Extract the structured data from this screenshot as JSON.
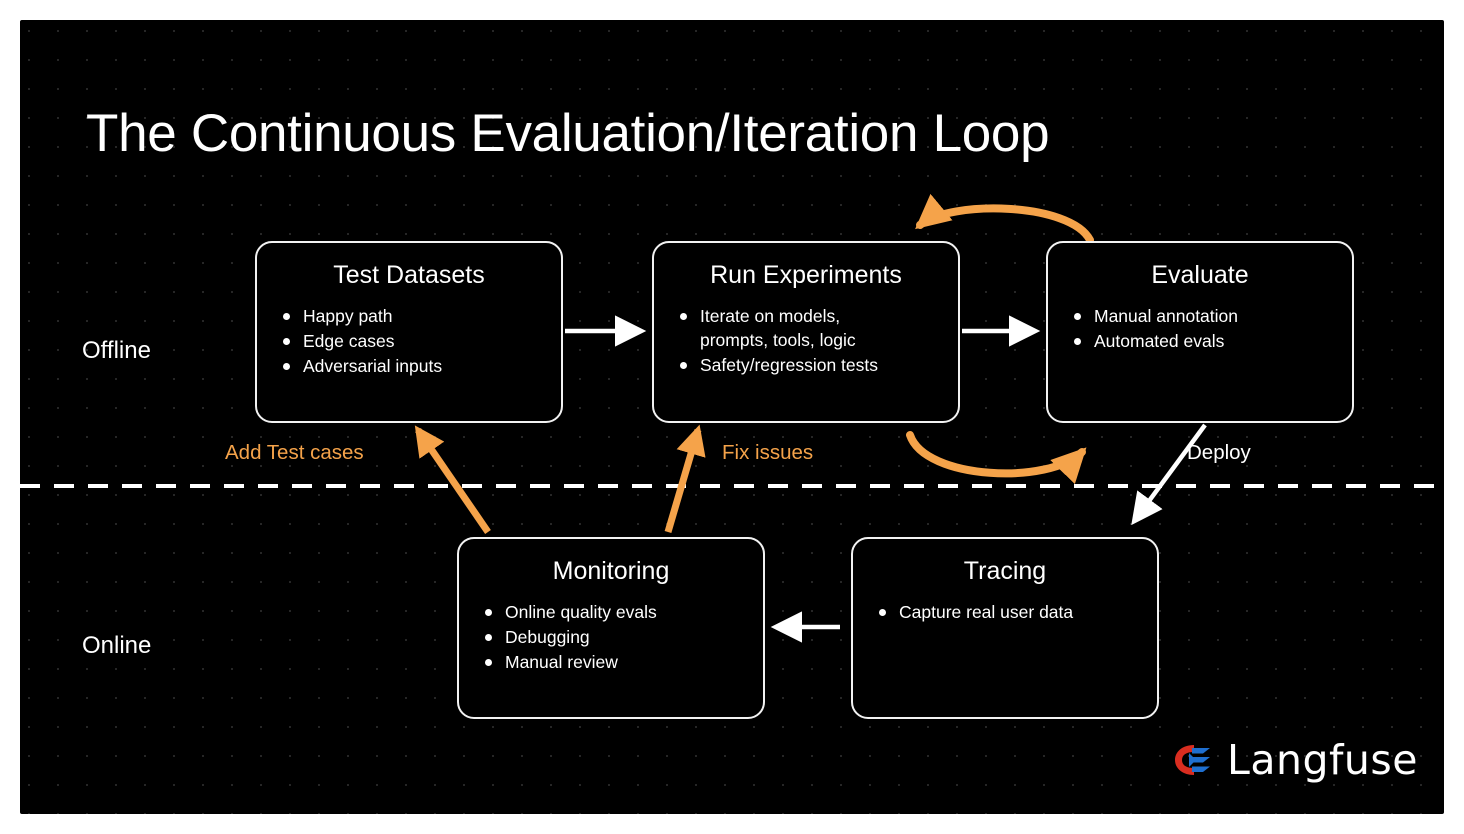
{
  "page": {
    "title": "The Continuous Evaluation/Iteration Loop",
    "background_color": "#000000",
    "frame_color": "#ffffff",
    "accent_orange": "#f5a34a",
    "text_color": "#ffffff"
  },
  "lanes": {
    "offline_label": "Offline",
    "online_label": "Online",
    "divider_style": "dashed"
  },
  "nodes": [
    {
      "id": "test-datasets",
      "title": "Test Datasets",
      "items": [
        "Happy path",
        "Edge cases",
        "Adversarial inputs"
      ]
    },
    {
      "id": "run-experiments",
      "title": "Run Experiments",
      "items": [
        "Iterate on models, prompts, tools, logic",
        "Safety/regression tests"
      ]
    },
    {
      "id": "evaluate",
      "title": "Evaluate",
      "items": [
        "Manual annotation",
        "Automated evals"
      ]
    },
    {
      "id": "monitoring",
      "title": "Monitoring",
      "items": [
        "Online quality evals",
        "Debugging",
        "Manual review"
      ]
    },
    {
      "id": "tracing",
      "title": "Tracing",
      "items": [
        "Capture real user data"
      ]
    }
  ],
  "node_items": {
    "test_datasets": {
      "b1": "Happy path",
      "b2": "Edge cases",
      "b3": "Adversarial inputs"
    },
    "run_experiments": {
      "b1": "Iterate on models,",
      "b1b": "prompts, tools, logic",
      "b2": "Safety/regression tests"
    },
    "evaluate": {
      "b1": "Manual annotation",
      "b2": "Automated evals"
    },
    "monitoring": {
      "b1": "Online quality evals",
      "b2": "Debugging",
      "b3": "Manual review"
    },
    "tracing": {
      "b1": "Capture real user data"
    }
  },
  "edges": [
    {
      "id": "test-to-run",
      "label": "",
      "color": "#ffffff",
      "style": "straight"
    },
    {
      "id": "run-to-evaluate",
      "label": "",
      "color": "#ffffff",
      "style": "straight"
    },
    {
      "id": "evaluate-to-run-top",
      "label": "",
      "color": "#f5a34a",
      "style": "curved"
    },
    {
      "id": "run-to-evaluate-bottom",
      "label": "",
      "color": "#f5a34a",
      "style": "curved"
    },
    {
      "id": "evaluate-to-tracing",
      "label": "Deploy",
      "color": "#ffffff",
      "style": "diagonal"
    },
    {
      "id": "tracing-to-monitoring",
      "label": "",
      "color": "#ffffff",
      "style": "straight"
    },
    {
      "id": "monitoring-to-test-datasets",
      "label": "Add Test cases",
      "color": "#f5a34a",
      "style": "diagonal"
    },
    {
      "id": "monitoring-to-run-experiments",
      "label": "Fix issues",
      "color": "#f5a34a",
      "style": "diagonal"
    }
  ],
  "edge_labels": {
    "add_test_cases": "Add Test cases",
    "fix_issues": "Fix issues",
    "deploy": "Deploy"
  },
  "brand": {
    "name": "Langfuse",
    "mark_color_primary": "#d92d20",
    "mark_color_secondary": "#1f6fd0"
  }
}
